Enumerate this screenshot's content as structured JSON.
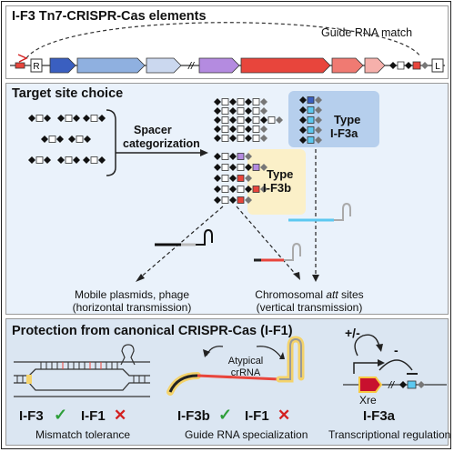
{
  "panel1": {
    "title": "I-F3 Tn7-CRISPR-Cas elements",
    "guide_match_label": "Guide RNA match",
    "gene_boxes": {
      "right_end": "R",
      "left_end": "L"
    }
  },
  "panel2": {
    "title": "Target site choice",
    "spacer_label_line1": "Spacer",
    "spacer_label_line2": "categorization",
    "type_a_line1": "Type",
    "type_a_line2": "I-F3a",
    "type_b_line1": "Type",
    "type_b_line2": "I-F3b",
    "mobile_line1": "Mobile plasmids, phage",
    "mobile_line2": "(horizontal transmission)",
    "chromosomal_prefix": "Chromosomal ",
    "chromosomal_italic": "att",
    "chromosomal_suffix": " sites",
    "chromosomal_line2": "(vertical transmission)"
  },
  "panel3": {
    "title": "Protection from canonical CRISPR-Cas (I-F1)",
    "mismatch_i_f3": "I-F3",
    "mismatch_i_f1": "I-F1",
    "mismatch_caption": "Mismatch tolerance",
    "atypical_line1": "Atypical",
    "atypical_line2": "crRNA",
    "guide_i_f3b": "I-F3b",
    "guide_i_f1": "I-F1",
    "guide_caption": "Guide RNA specialization",
    "plus_minus": "+/-",
    "minus": "-",
    "xre": "Xre",
    "reg_title": "I-F3a",
    "reg_caption": "Transcriptional regulation",
    "check_symbol": "✓",
    "cross_symbol": "✕"
  },
  "colors": {
    "check": "#2e9e3a",
    "cross": "#d32020",
    "blue_dark": "#3a5fc0",
    "blue_light": "#8fb0e0",
    "purple": "#b48be0",
    "red": "#e8453c",
    "pink": "#f29a95",
    "type_a_box": "#a9c6ea",
    "type_b_box": "#fbf0c8",
    "cyan_spacer": "#5cc8f0"
  }
}
